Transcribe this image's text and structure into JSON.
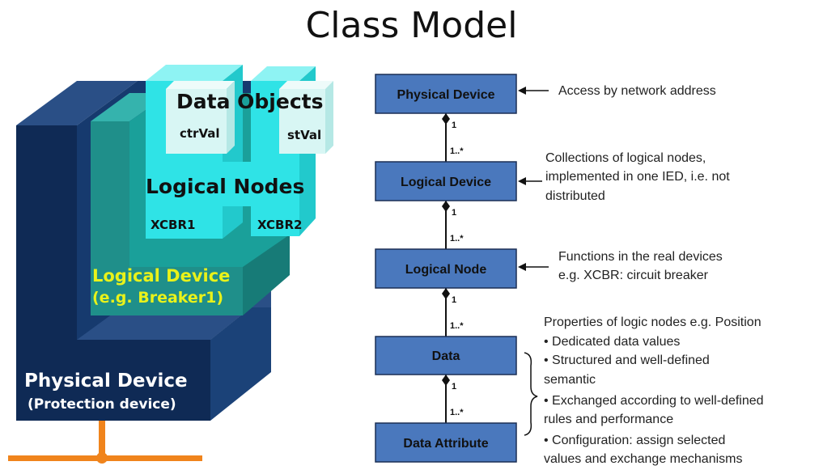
{
  "title": "Class Model",
  "left_diagram": {
    "data_objects": "Data Objects",
    "ctrval": "ctrVal",
    "stval": "stVal",
    "logical_nodes": "Logical Nodes",
    "xcbr1": "XCBR1",
    "xcbr2": "XCBR2",
    "logical_device_line1": "Logical Device",
    "logical_device_line2": "(e.g. Breaker1)",
    "physical_device_line1": "Physical Device",
    "physical_device_line2": "(Protection device)"
  },
  "class_diagram": {
    "boxes": [
      "Physical Device",
      "Logical Device",
      "Logical Node",
      "Data",
      "Data Attribute"
    ],
    "multiplicity_one": "1",
    "multiplicity_many": "1..*",
    "notes": {
      "physical_device": "Access by network address",
      "logical_device": [
        "Collections of logical nodes,",
        "implemented in one IED, i.e. not",
        "distributed"
      ],
      "logical_node": [
        "Functions in the real devices",
        "e.g. XCBR: circuit breaker"
      ],
      "data": [
        "Properties of logic nodes e.g. Position",
        "• Dedicated data values",
        "• Structured and well-defined",
        "semantic",
        "• Exchanged according to well-defined",
        "rules and performance",
        "• Configuration: assign selected",
        "values and exchange mechanisms"
      ]
    }
  },
  "colors": {
    "physical_front": "#0f2a55",
    "physical_side": "#163a6e",
    "physical_top": "#2a4f86",
    "logical_front": "#1f8f8a",
    "logical_side": "#1aa09a",
    "node_front": "#2fe3e6",
    "node_top": "#8ef3f3",
    "data_obj": "#d8f6f4",
    "class_box": "#4a78bd",
    "yellow_text": "#e9f21a",
    "cable": "#f0841c"
  }
}
